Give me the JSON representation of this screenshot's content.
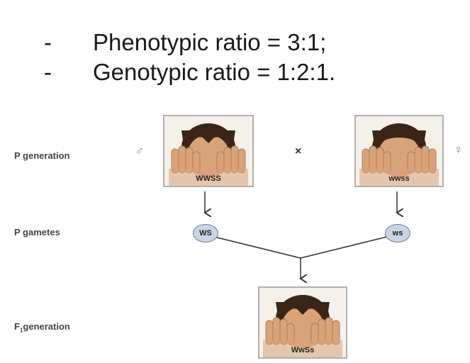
{
  "ratios": [
    {
      "dash": "-",
      "text": "Phenotypic ratio = 3:1;"
    },
    {
      "dash": "-",
      "text": "Genotypic ratio = 1:2:1."
    }
  ],
  "labels": {
    "p_generation": "P generation",
    "p_gametes": "P gametes",
    "f1_prefix": "F",
    "f1_sub": "1",
    "f1_suffix": "generation"
  },
  "symbols": {
    "male": "♂",
    "female": "♀",
    "cross": "×"
  },
  "parents": {
    "male_genotype": "WWSS",
    "female_genotype": "wwss"
  },
  "gametes": {
    "male": "WS",
    "female": "ws"
  },
  "offspring": {
    "genotype": "WwSs"
  },
  "colors": {
    "hair": "#3a2616",
    "skin": "#d9a37a",
    "skin_shadow": "#b57b52",
    "gamete_fill": "#c9d5e4"
  }
}
